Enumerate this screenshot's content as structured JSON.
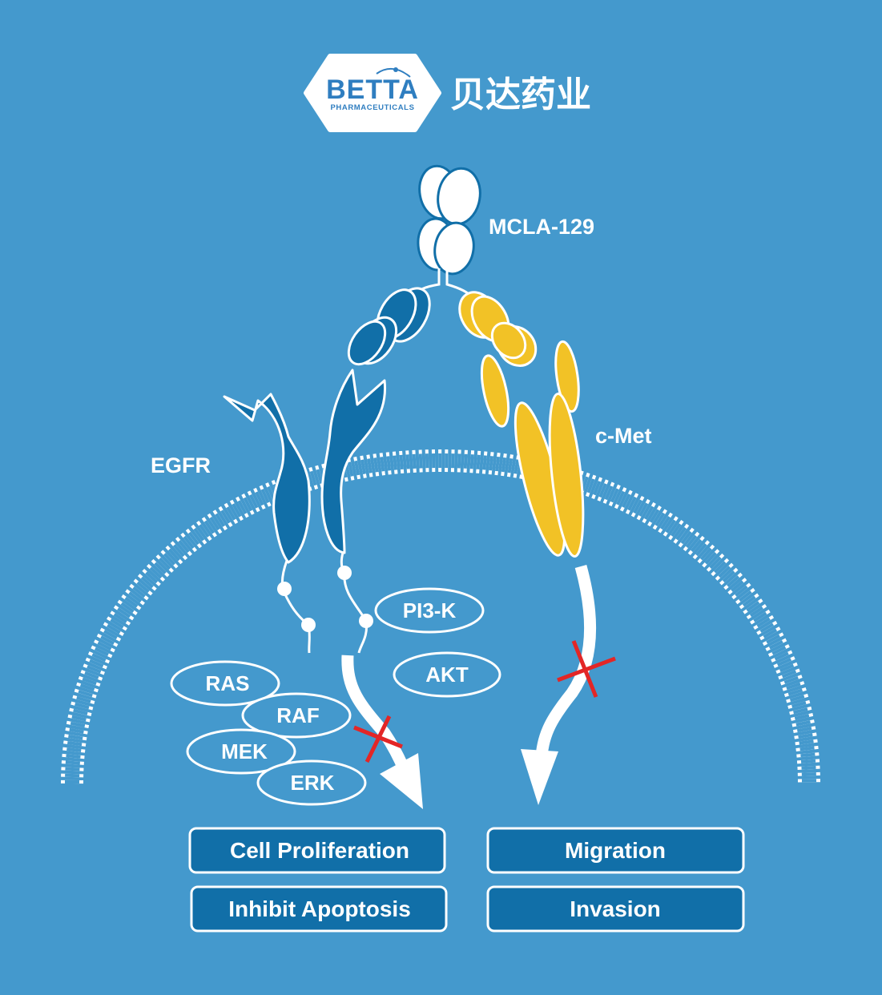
{
  "logo": {
    "brand_en": "BETTA",
    "brand_sub": "PHARMACEUTICALS",
    "brand_cn": "贝达药业"
  },
  "labels": {
    "antibody": "MCLA-129",
    "egfr": "EGFR",
    "cmet": "c-Met"
  },
  "molecules": [
    "PI3-K",
    "AKT",
    "RAS",
    "RAF",
    "MEK",
    "ERK"
  ],
  "outcomes": {
    "left": [
      "Cell Proliferation",
      "Inhibit  Apoptosis"
    ],
    "right": [
      "Migration",
      "Invasion"
    ]
  },
  "colors": {
    "background": "#4499cd",
    "egfr_blue": "#116fa8",
    "cmet_yellow": "#f2c226",
    "outcome_box": "#116fa8",
    "block_mark": "#e32626"
  }
}
